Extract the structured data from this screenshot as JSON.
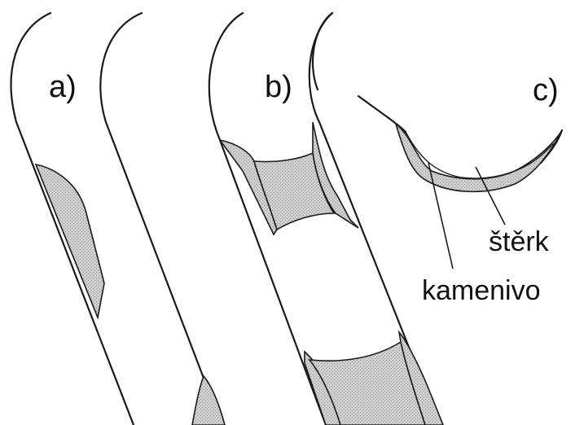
{
  "labels": {
    "panel_a": "a)",
    "panel_b": "b)",
    "panel_c": "c)",
    "gravel": "štěrk",
    "aggregate": "kamenivo"
  },
  "colors": {
    "line": "#1a1a1a",
    "fill": "#c7c7c7",
    "fill_pattern": "#8f8f8f",
    "background": "#ffffff"
  }
}
